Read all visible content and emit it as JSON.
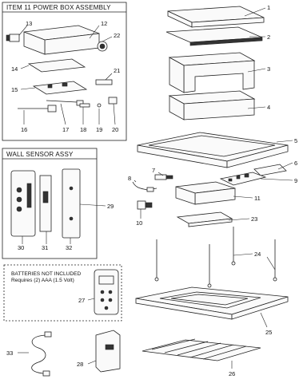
{
  "boxes": {
    "power_box_title": "ITEM 11   POWER BOX ASSEMBLY",
    "wall_sensor_title": "WALL SENSOR ASSY",
    "battery_note_line1": "BATTERIES NOT INCLUDED",
    "battery_note_line2": "Requires (2) AAA (1.5 Volt)"
  },
  "callouts": {
    "p1": "1",
    "p2": "2",
    "p3": "3",
    "p4": "4",
    "p5": "5",
    "p6": "6",
    "p7": "7",
    "p8": "8",
    "p9": "9",
    "p10": "10",
    "p11": "11",
    "p12": "12",
    "p13": "13",
    "p14": "14",
    "p15": "15",
    "p16": "16",
    "p17": "17",
    "p18": "18",
    "p19": "19",
    "p20": "20",
    "p21": "21",
    "p22": "22",
    "p23": "23",
    "p24": "24",
    "p25": "25",
    "p26": "26",
    "p27": "27",
    "p28": "28",
    "p29": "29",
    "p30": "30",
    "p31": "31",
    "p32": "32",
    "p33": "33"
  }
}
